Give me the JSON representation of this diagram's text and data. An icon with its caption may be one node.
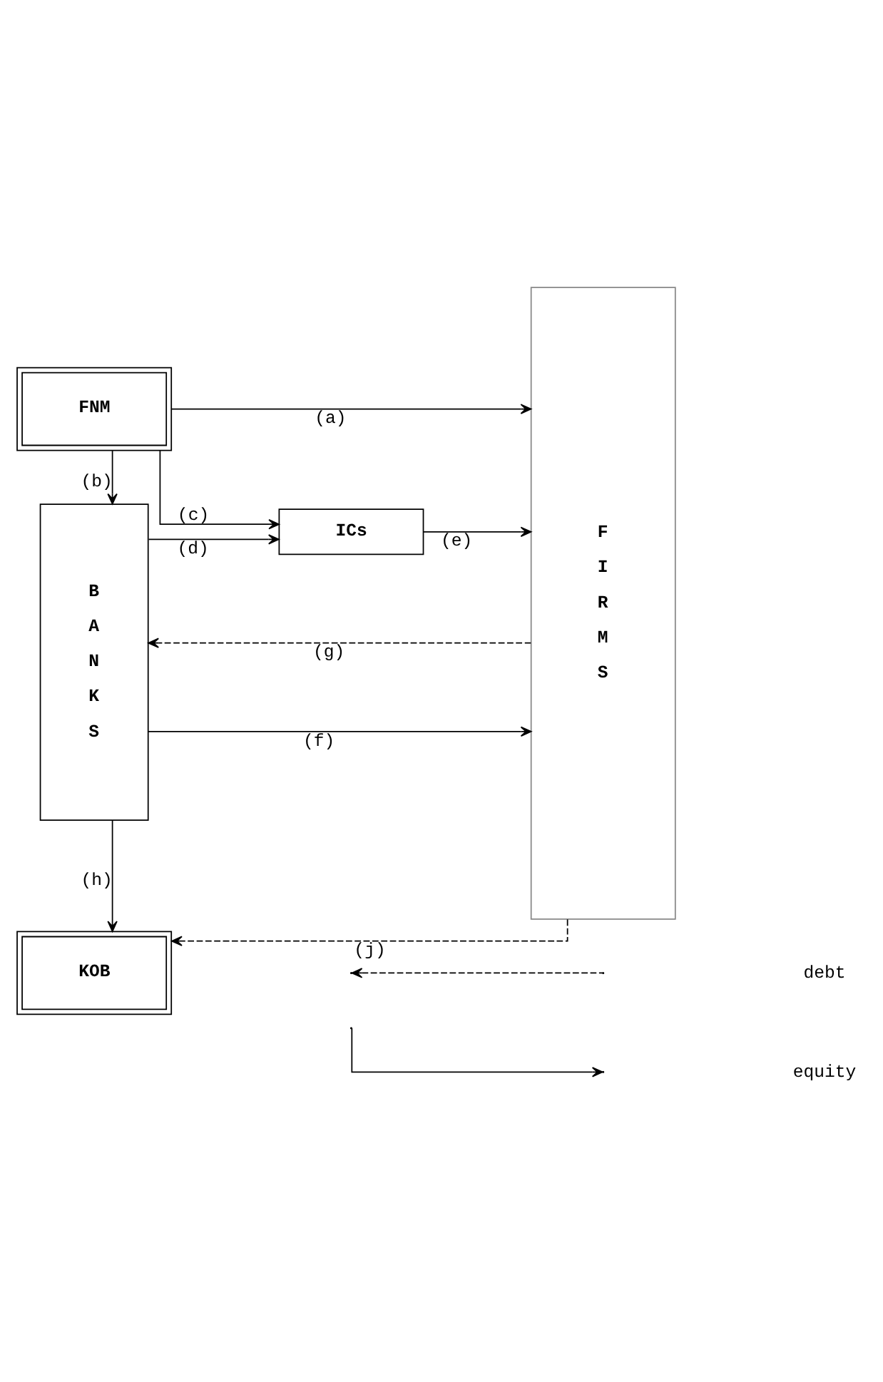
{
  "diagram": {
    "nodes": [
      {
        "text": [
          "FNM"
        ]
      },
      {
        "text": [
          "B A N K S"
        ]
      },
      {
        "text": [
          "ICs"
        ]
      },
      {
        "text": [
          "F I R M S"
        ]
      },
      {
        "text": [
          "KOB"
        ]
      }
    ],
    "edges": [
      {
        "from": 0,
        "to": 3,
        "arrow": "to",
        "label": "(a)"
      },
      {
        "from": 0,
        "to": 1,
        "arrow": "to",
        "label": "(b)"
      },
      {
        "from": 0,
        "to": 2,
        "arrow": "to",
        "label": "(c)"
      },
      {
        "from": 1,
        "to": 2,
        "arrow": "to",
        "label": "(d)"
      },
      {
        "from": 2,
        "to": 3,
        "arrow": "to",
        "label": "(e)"
      },
      {
        "from": 1,
        "to": 3,
        "arrow": "to",
        "label": "(f)"
      },
      {
        "from": 3,
        "to": 1,
        "arrow": "to",
        "label": "(g)",
        "style": "dashed"
      },
      {
        "from": 1,
        "to": 4,
        "arrow": "to",
        "label": "(h)"
      },
      {
        "from": 3,
        "to": 4,
        "arrow": "to",
        "label": "(j)",
        "style": "dashed"
      }
    ],
    "legend": [
      {
        "text": "debt"
      },
      {
        "text": "equity"
      }
    ]
  }
}
